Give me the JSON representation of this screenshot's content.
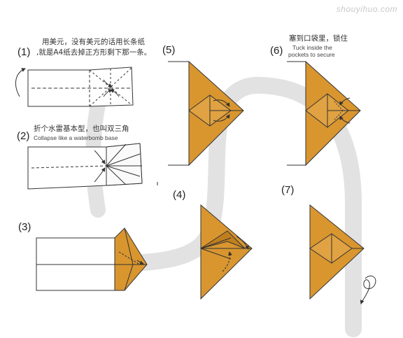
{
  "watermark": "shouyihuo.com",
  "steps": {
    "s1": {
      "num": "(1)",
      "zh_line1": "用美元，没有美元的话用长条纸",
      "zh_line2": ",就是A4纸去掉正方形剩下那一条。"
    },
    "s2": {
      "num": "(2)",
      "zh": "折个水雷基本型，也叫双三角",
      "en": "Collapse like a waterbomb base"
    },
    "s3": {
      "num": "(3)"
    },
    "s4": {
      "num": "(4)"
    },
    "s5": {
      "num": "(5)"
    },
    "s6": {
      "num": "(6)",
      "zh": "塞到口袋里，锁住",
      "en_line1": "Tuck inside the",
      "en_line2": "pockets to secure"
    },
    "s7": {
      "num": "(7)"
    }
  },
  "colors": {
    "paper": "#ffffff",
    "fold_orange": "#d9962f",
    "fold_orange_dark": "#c07f1f",
    "flow_band": "#e3e3e3",
    "line": "#333333"
  }
}
